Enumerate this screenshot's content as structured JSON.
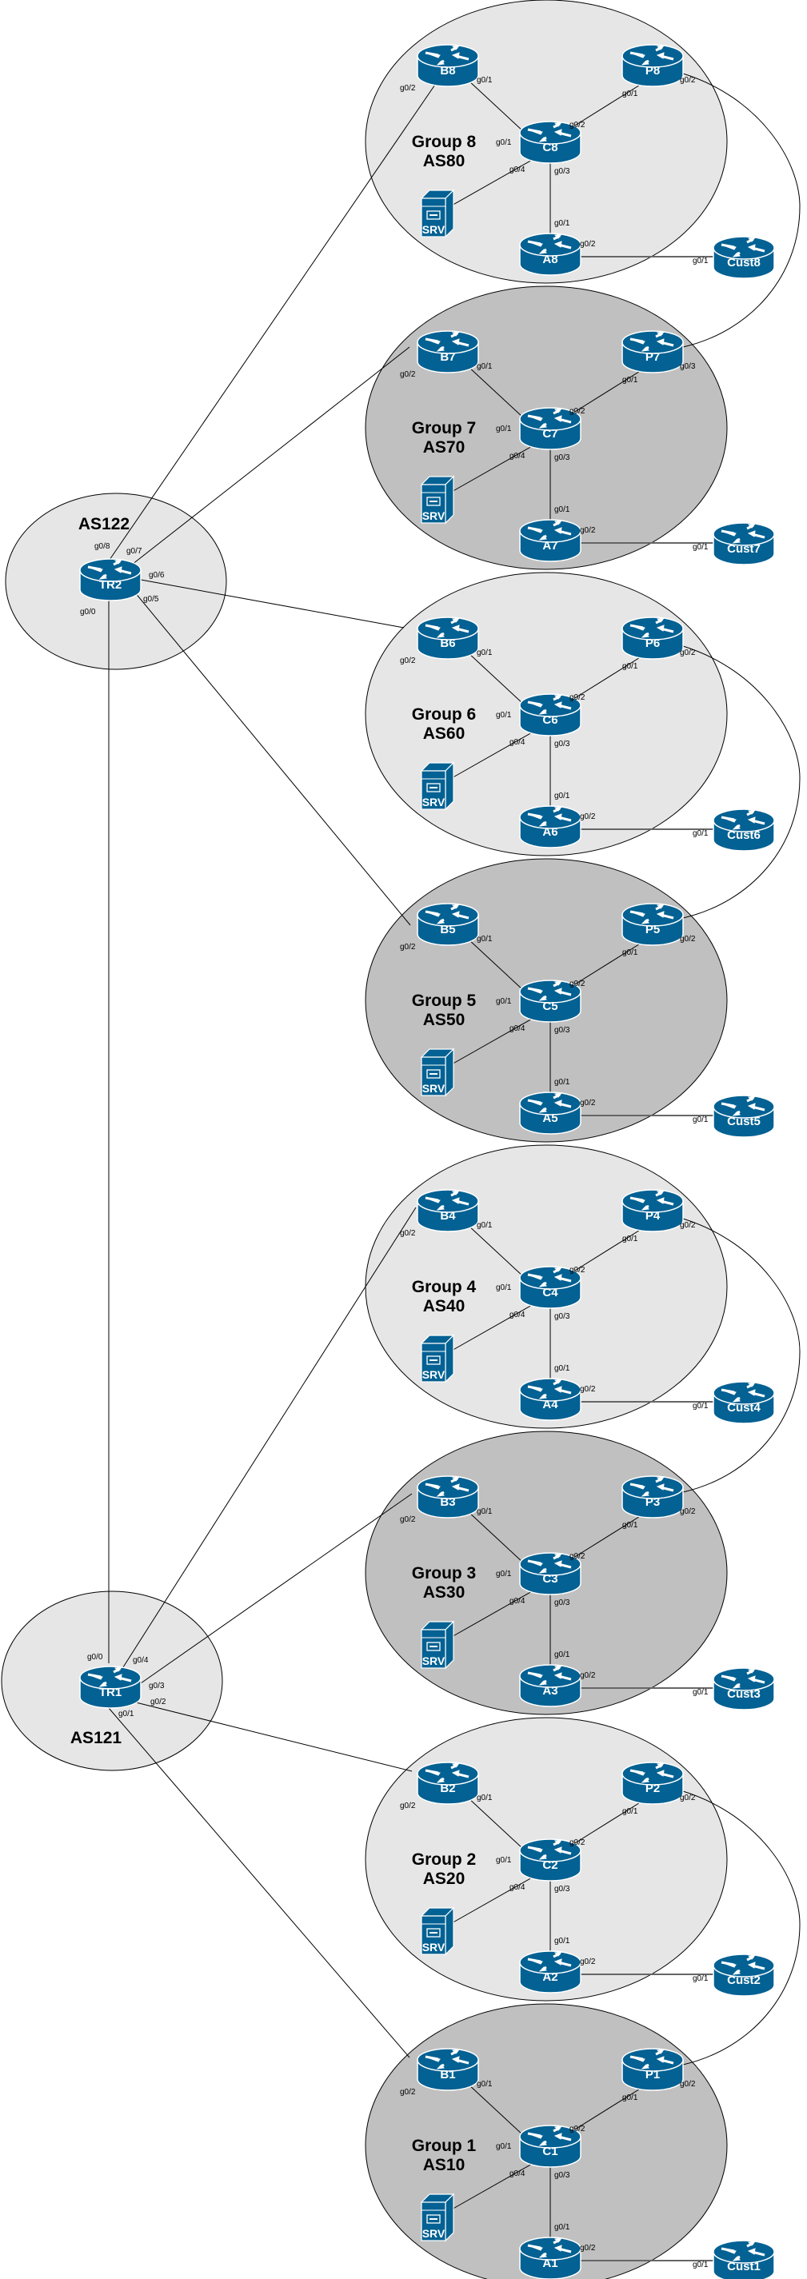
{
  "title": "BGP Lab Topology",
  "colors": {
    "device": "#036193",
    "group_light": "#e6e6e6",
    "group_dark": "#c0c0c0",
    "transit_fill": "#e6e6e6"
  },
  "transit": [
    {
      "id": "TR2",
      "as_label": "AS122",
      "ports": [
        "g0/8",
        "g0/7",
        "g0/6",
        "g0/5",
        "g0/0"
      ]
    },
    {
      "id": "TR1",
      "as_label": "AS121",
      "ports": [
        "g0/0",
        "g0/4",
        "g0/3",
        "g0/2",
        "g0/1"
      ]
    }
  ],
  "groups": [
    {
      "n": 8,
      "title": "Group 8",
      "as": "AS80",
      "shade": "light",
      "b": "B8",
      "c": "C8",
      "p": "P8",
      "a": "A8",
      "cust": "Cust8",
      "srv": "SRV",
      "ports": {
        "b_up": "g0/2",
        "b_c": "g0/1",
        "c_b": "g0/1",
        "c_p": "g0/2",
        "p_c": "g0/1",
        "p_ext": "g0/2",
        "c_srv": "g0/4",
        "c_a": "g0/3",
        "a_c": "g0/1",
        "a_cust": "g0/2",
        "cust_a": "g0/1"
      }
    },
    {
      "n": 7,
      "title": "Group 7",
      "as": "AS70",
      "shade": "dark",
      "b": "B7",
      "c": "C7",
      "p": "P7",
      "a": "A7",
      "cust": "Cust7",
      "srv": "SRV",
      "ports": {
        "b_up": "g0/2",
        "b_c": "g0/1",
        "c_b": "g0/1",
        "c_p": "g0/2",
        "p_c": "g0/1",
        "p_ext": "g0/3",
        "c_srv": "g0/4",
        "c_a": "g0/3",
        "a_c": "g0/1",
        "a_cust": "g0/2",
        "cust_a": "g0/1"
      }
    },
    {
      "n": 6,
      "title": "Group 6",
      "as": "AS60",
      "shade": "light",
      "b": "B6",
      "c": "C6",
      "p": "P6",
      "a": "A6",
      "cust": "Cust6",
      "srv": "SRV",
      "ports": {
        "b_up": "g0/2",
        "b_c": "g0/1",
        "c_b": "g0/1",
        "c_p": "g0/2",
        "p_c": "g0/1",
        "p_ext": "g0/2",
        "c_srv": "g0/4",
        "c_a": "g0/3",
        "a_c": "g0/1",
        "a_cust": "g0/2",
        "cust_a": "g0/1"
      }
    },
    {
      "n": 5,
      "title": "Group 5",
      "as": "AS50",
      "shade": "dark",
      "b": "B5",
      "c": "C5",
      "p": "P5",
      "a": "A5",
      "cust": "Cust5",
      "srv": "SRV",
      "ports": {
        "b_up": "g0/2",
        "b_c": "g0/1",
        "c_b": "g0/1",
        "c_p": "g0/2",
        "p_c": "g0/1",
        "p_ext": "g0/2",
        "c_srv": "g0/4",
        "c_a": "g0/3",
        "a_c": "g0/1",
        "a_cust": "g0/2",
        "cust_a": "g0/1"
      }
    },
    {
      "n": 4,
      "title": "Group 4",
      "as": "AS40",
      "shade": "light",
      "b": "B4",
      "c": "C4",
      "p": "P4",
      "a": "A4",
      "cust": "Cust4",
      "srv": "SRV",
      "ports": {
        "b_up": "g0/2",
        "b_c": "g0/1",
        "c_b": "g0/1",
        "c_p": "g0/2",
        "p_c": "g0/1",
        "p_ext": "g0/2",
        "c_srv": "g0/4",
        "c_a": "g0/3",
        "a_c": "g0/1",
        "a_cust": "g0/2",
        "cust_a": "g0/1"
      }
    },
    {
      "n": 3,
      "title": "Group 3",
      "as": "AS30",
      "shade": "dark",
      "b": "B3",
      "c": "C3",
      "p": "P3",
      "a": "A3",
      "cust": "Cust3",
      "srv": "SRV",
      "ports": {
        "b_up": "g0/2",
        "b_c": "g0/1",
        "c_b": "g0/1",
        "c_p": "g0/2",
        "p_c": "g0/1",
        "p_ext": "g0/2",
        "c_srv": "g0/4",
        "c_a": "g0/3",
        "a_c": "g0/1",
        "a_cust": "g0/2",
        "cust_a": "g0/1"
      }
    },
    {
      "n": 2,
      "title": "Group 2",
      "as": "AS20",
      "shade": "light",
      "b": "B2",
      "c": "C2",
      "p": "P2",
      "a": "A2",
      "cust": "Cust2",
      "srv": "SRV",
      "ports": {
        "b_up": "g0/2",
        "b_c": "g0/1",
        "c_b": "g0/1",
        "c_p": "g0/2",
        "p_c": "g0/1",
        "p_ext": "g0/2",
        "c_srv": "g0/4",
        "c_a": "g0/3",
        "a_c": "g0/1",
        "a_cust": "g0/2",
        "cust_a": "g0/1"
      }
    },
    {
      "n": 1,
      "title": "Group 1",
      "as": "AS10",
      "shade": "dark",
      "b": "B1",
      "c": "C1",
      "p": "P1",
      "a": "A1",
      "cust": "Cust1",
      "srv": "SRV",
      "ports": {
        "b_up": "g0/2",
        "b_c": "g0/1",
        "c_b": "g0/1",
        "c_p": "g0/2",
        "p_c": "g0/1",
        "p_ext": "g0/2",
        "c_srv": "g0/4",
        "c_a": "g0/3",
        "a_c": "g0/1",
        "a_cust": "g0/2",
        "cust_a": "g0/1"
      }
    }
  ],
  "uplinks": [
    {
      "from": "TR2",
      "port": "g0/8",
      "to": "B8"
    },
    {
      "from": "TR2",
      "port": "g0/7",
      "to": "B7"
    },
    {
      "from": "TR2",
      "port": "g0/6",
      "to": "B6"
    },
    {
      "from": "TR2",
      "port": "g0/5",
      "to": "B5"
    },
    {
      "from": "TR2",
      "port": "g0/0",
      "to": "TR1"
    },
    {
      "from": "TR1",
      "port": "g0/4",
      "to": "B4"
    },
    {
      "from": "TR1",
      "port": "g0/3",
      "to": "B3"
    },
    {
      "from": "TR1",
      "port": "g0/2",
      "to": "B2"
    },
    {
      "from": "TR1",
      "port": "g0/1",
      "to": "B1"
    }
  ],
  "peer_links": [
    {
      "from": "P8",
      "to": "P7"
    },
    {
      "from": "P6",
      "to": "P5"
    },
    {
      "from": "P4",
      "to": "P3"
    },
    {
      "from": "P2",
      "to": "P1"
    }
  ]
}
